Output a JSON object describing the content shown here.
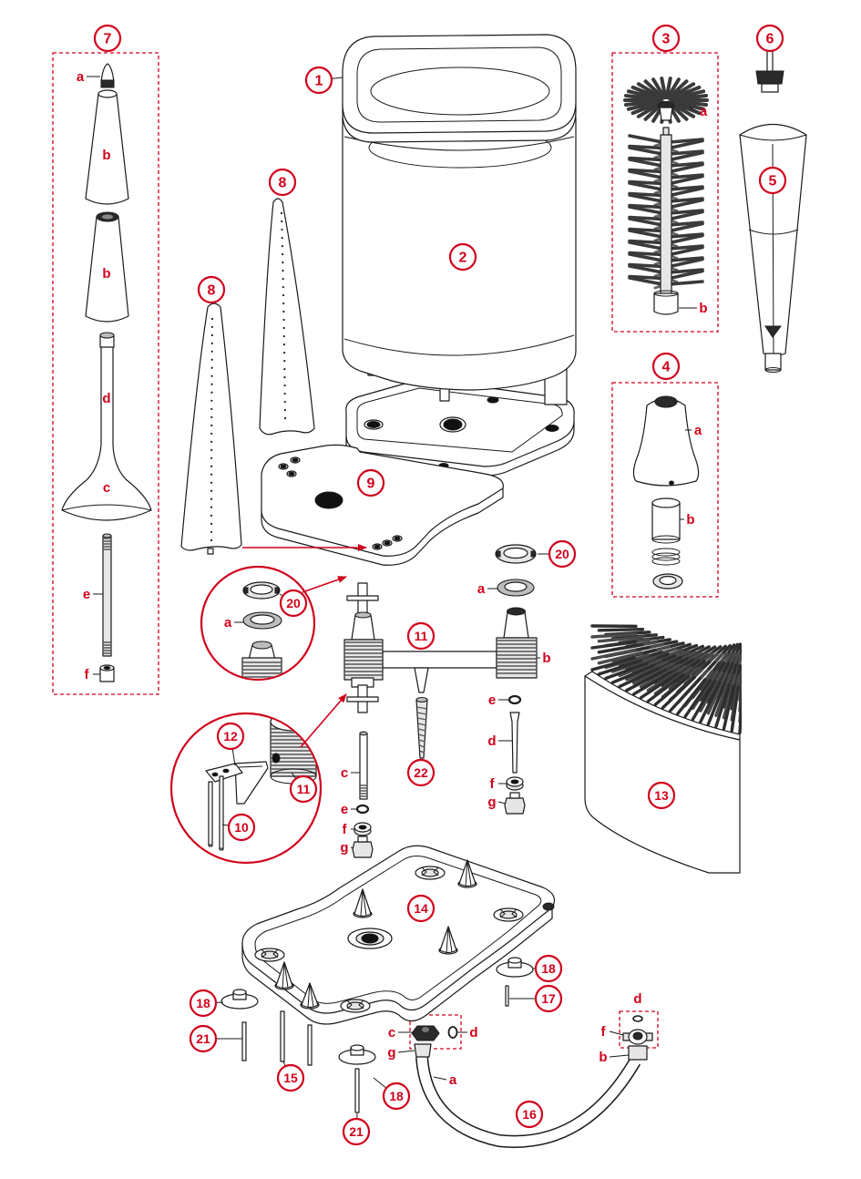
{
  "callouts": [
    "7",
    "8",
    "8",
    "1",
    "2",
    "3",
    "6",
    "5",
    "4",
    "9",
    "20",
    "20",
    "11",
    "22",
    "12",
    "11",
    "10",
    "13",
    "14",
    "18",
    "17",
    "18",
    "21",
    "15",
    "18",
    "21",
    "16"
  ],
  "letters": [
    "a",
    "b",
    "b",
    "d",
    "c",
    "e",
    "f",
    "a",
    "b",
    "a",
    "b",
    "a",
    "a",
    "b",
    "e",
    "d",
    "f",
    "g",
    "c",
    "e",
    "f",
    "g",
    "c",
    "d",
    "g",
    "a",
    "d",
    "f",
    "b"
  ],
  "colors": {
    "accent": "#d0021b",
    "line": "#1a1a1a",
    "bristle": "#3a3a3a"
  }
}
